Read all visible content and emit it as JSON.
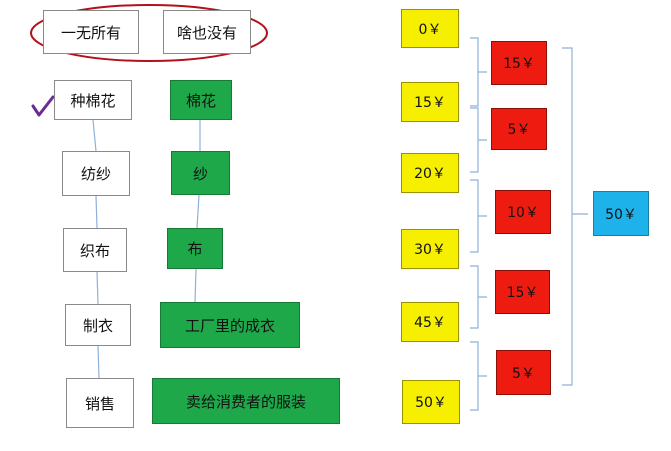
{
  "top_boxes": [
    "一无所有",
    "啥也没有"
  ],
  "process_steps": [
    "种棉花",
    "纺纱",
    "织布",
    "制衣",
    "销售"
  ],
  "products": [
    "棉花",
    "纱",
    "布",
    "工厂里的成衣",
    "卖给消费者的服装"
  ],
  "prices": [
    "0￥",
    "15￥",
    "20￥",
    "30￥",
    "45￥",
    "50￥"
  ],
  "value_added": [
    "15￥",
    "5￥",
    "10￥",
    "15￥",
    "5￥"
  ],
  "total": "50￥",
  "colors": {
    "product": "#1ea84a",
    "price": "#f6f000",
    "value_added": "#ee1c10",
    "total": "#1db3ea",
    "ellipse": "#b1121b",
    "check": "#6a2c91"
  }
}
